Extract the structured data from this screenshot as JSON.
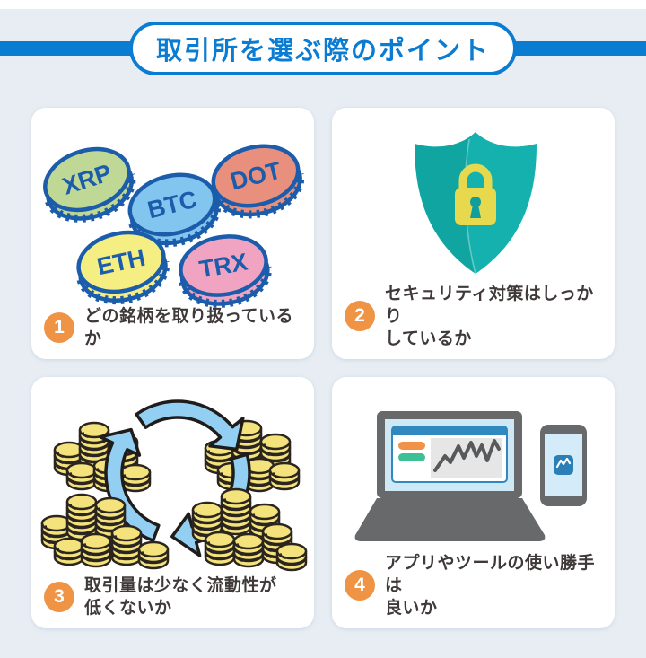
{
  "header": {
    "title": "取引所を選ぶ際のポイント"
  },
  "panels": [
    {
      "number": "1",
      "icon": "crypto-coins",
      "caption_lines": [
        "どの銘柄を取り扱っているか",
        ""
      ],
      "coin_labels": [
        "XRP",
        "BTC",
        "DOT",
        "ETH",
        "TRX"
      ]
    },
    {
      "number": "2",
      "icon": "security-shield-lock",
      "caption_lines": [
        "セキュリティ対策はしっかり",
        "しているか"
      ]
    },
    {
      "number": "3",
      "icon": "liquidity-cycle-coins",
      "caption_lines": [
        "取引量は少なく流動性が",
        "低くないか"
      ]
    },
    {
      "number": "4",
      "icon": "laptop-smartphone-chart",
      "caption_lines": [
        "アプリやツールの使い勝手は",
        "良いか"
      ]
    }
  ],
  "colors": {
    "background": "#e7edf3",
    "header_blue": "#0a7cd2",
    "badge_orange": "#ef9345",
    "text_dark": "#3f3a39",
    "coin_outline_blue": "#1b5cab",
    "coin_xrp_green": "#c0d896",
    "coin_btc_blue": "#82c5ef",
    "coin_dot_salmon": "#e8907d",
    "coin_eth_yellow": "#f5ee83",
    "coin_trx_pink": "#f1a4c2",
    "shield_teal": "#14b1ae",
    "lock_yellow": "#e7d94e",
    "stack_coin_yellow": "#f4e37c",
    "cycle_arrow_blue": "#92cff2",
    "device_gray": "#67696b",
    "window_bar_blue": "#2f88be",
    "pill_orange": "#f09248",
    "pill_green": "#3ec096"
  }
}
